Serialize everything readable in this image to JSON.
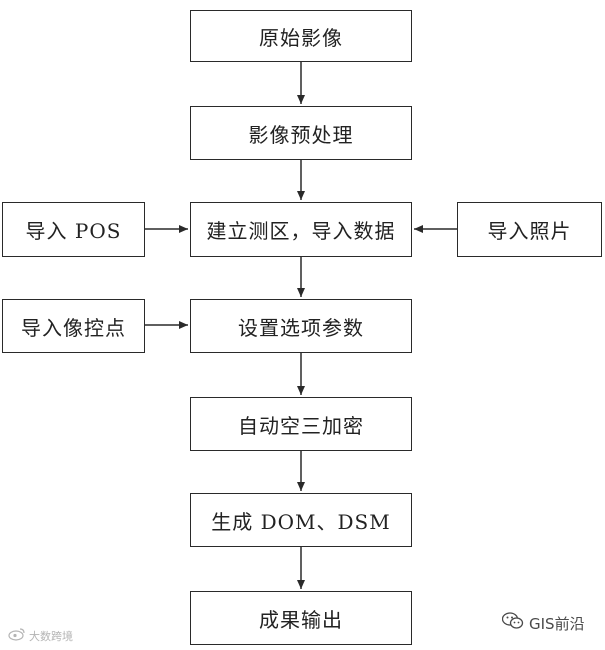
{
  "diagram": {
    "nodes": {
      "raw_image": "原始影像",
      "preprocess": "影像预处理",
      "build_area": "建立测区，导入数据",
      "import_pos": "导入 POS",
      "import_photos": "导入照片",
      "set_options": "设置选项参数",
      "import_gcp": "导入像控点",
      "aerial_triangulation": "自动空三加密",
      "generate_dom_dsm": "生成 DOM、DSM",
      "output": "成果输出"
    },
    "stroke_color": "#2a2a2a"
  },
  "watermarks": {
    "left_text": "大数跨境",
    "right_text": "GIS前沿",
    "left_icon": "weibo-icon",
    "right_icon": "wechat-icon"
  }
}
